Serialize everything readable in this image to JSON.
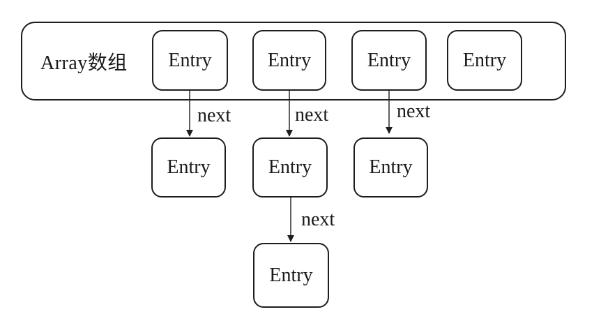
{
  "diagram": {
    "array_label": "Array数组",
    "array_entries": [
      {
        "label": "Entry"
      },
      {
        "label": "Entry"
      },
      {
        "label": "Entry"
      },
      {
        "label": "Entry"
      }
    ],
    "chain_row2_entries": [
      {
        "label": "Entry"
      },
      {
        "label": "Entry"
      },
      {
        "label": "Entry"
      }
    ],
    "chain_row3_entries": [
      {
        "label": "Entry"
      }
    ],
    "arrows": [
      {
        "label": "next"
      },
      {
        "label": "next"
      },
      {
        "label": "next"
      },
      {
        "label": "next"
      }
    ]
  },
  "colors": {
    "stroke": "#1d1d1d",
    "text": "#1a1a1a",
    "background": "#ffffff"
  }
}
